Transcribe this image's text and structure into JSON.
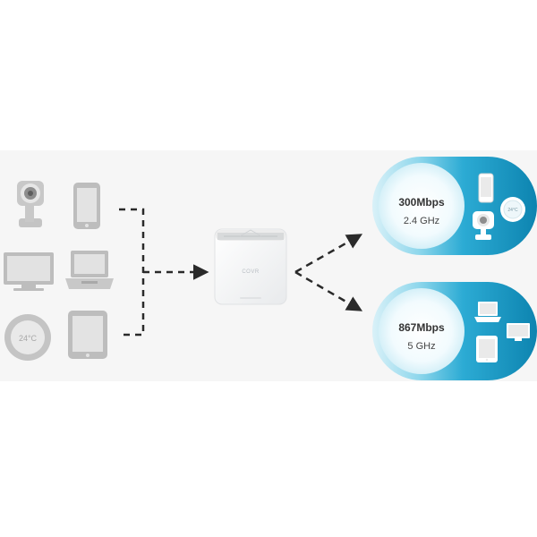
{
  "source_devices": [
    {
      "name": "camera"
    },
    {
      "name": "phone"
    },
    {
      "name": "monitor"
    },
    {
      "name": "laptop"
    },
    {
      "name": "thermostat",
      "reading": "24°C"
    },
    {
      "name": "tablet"
    }
  ],
  "router": {
    "logo_text": "COVR"
  },
  "bands": [
    {
      "speed": "300Mbps",
      "frequency": "2.4 GHz",
      "devices": [
        "phone",
        "thermostat",
        "camera"
      ],
      "thermostat_reading": "24°C"
    },
    {
      "speed": "867Mbps",
      "frequency": "5 GHz",
      "devices": [
        "laptop",
        "monitor",
        "tablet"
      ]
    }
  ],
  "colors": {
    "device_gray": "#c4c4c4",
    "device_dark": "#8d8d8d",
    "band_light": "#e4f5fa",
    "band_mid": "#4fc1dd",
    "band_dark": "#0e86b1",
    "arrow": "#2a2a2a"
  }
}
